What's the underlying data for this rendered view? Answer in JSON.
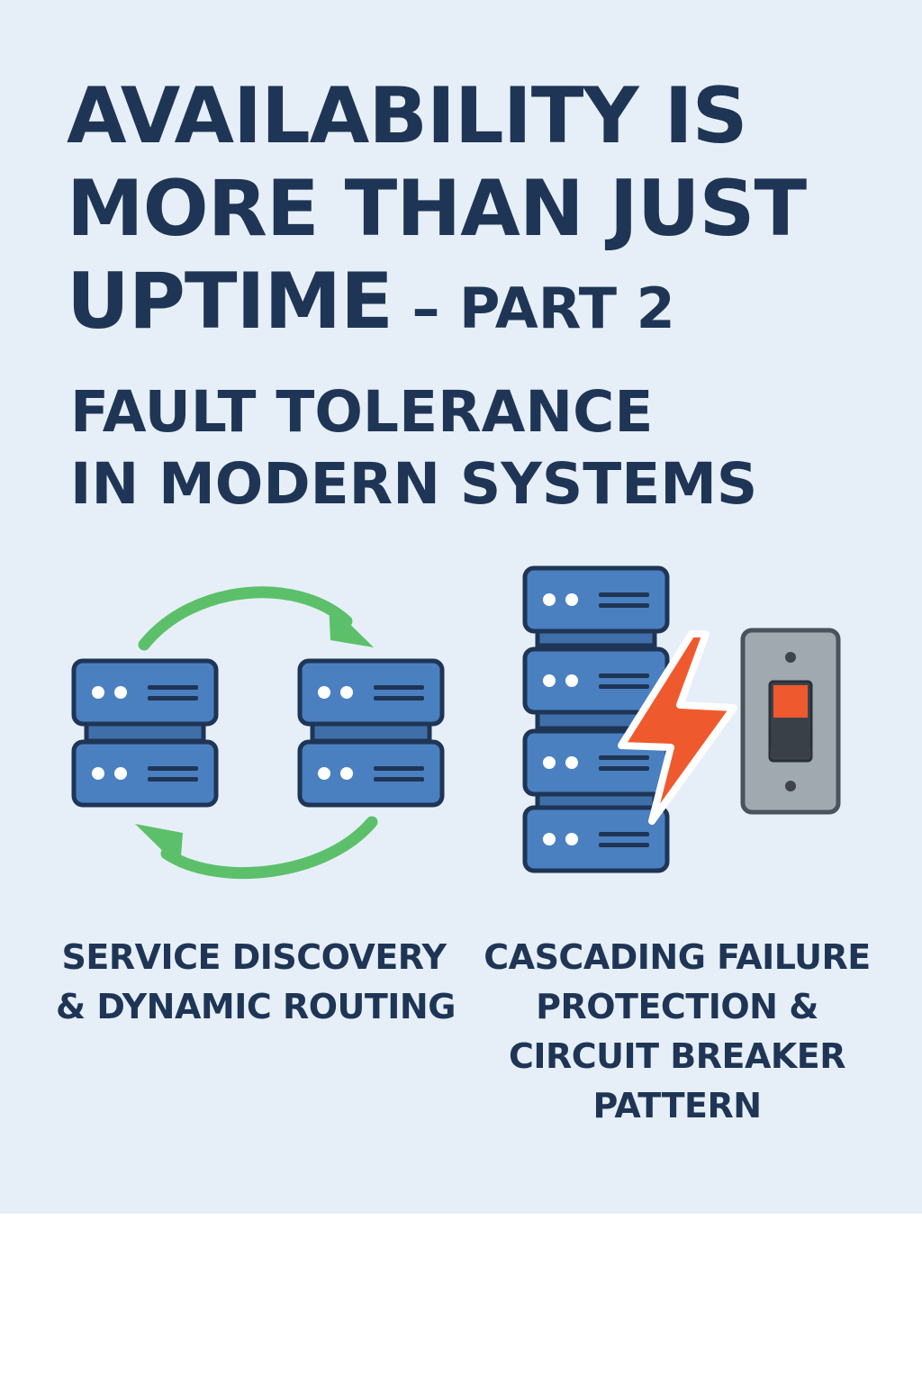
{
  "title": {
    "line1": "AVAILABILITY IS",
    "line2": "MORE THAN JUST",
    "line3_main": "UPTIME",
    "line3_part": " – PART 2"
  },
  "subtitle": {
    "line1": "FAULT TOLERANCE",
    "line2": "IN MODERN SYSTEMS"
  },
  "captions": {
    "left": {
      "line1": "SERVICE DISCOVERY",
      "line2": "& DYNAMIC ROUTING"
    },
    "right": {
      "line1": "CASCADING FAILURE",
      "line2": "PROTECTION &",
      "line3": "CIRCUIT BREAKER",
      "line4": "PATTERN"
    }
  },
  "colors": {
    "background": "#e6eff7",
    "text": "#1f3556",
    "server": "#4a80c0",
    "server_outline": "#1f3556",
    "arrow": "#5cc06a",
    "lightning": "#ee5a2e",
    "switch_plate": "#a0a8b0",
    "switch_red": "#ee5a2e"
  },
  "icons": [
    "server-icon",
    "refresh-arrows-icon",
    "lightning-icon",
    "circuit-breaker-switch-icon"
  ]
}
